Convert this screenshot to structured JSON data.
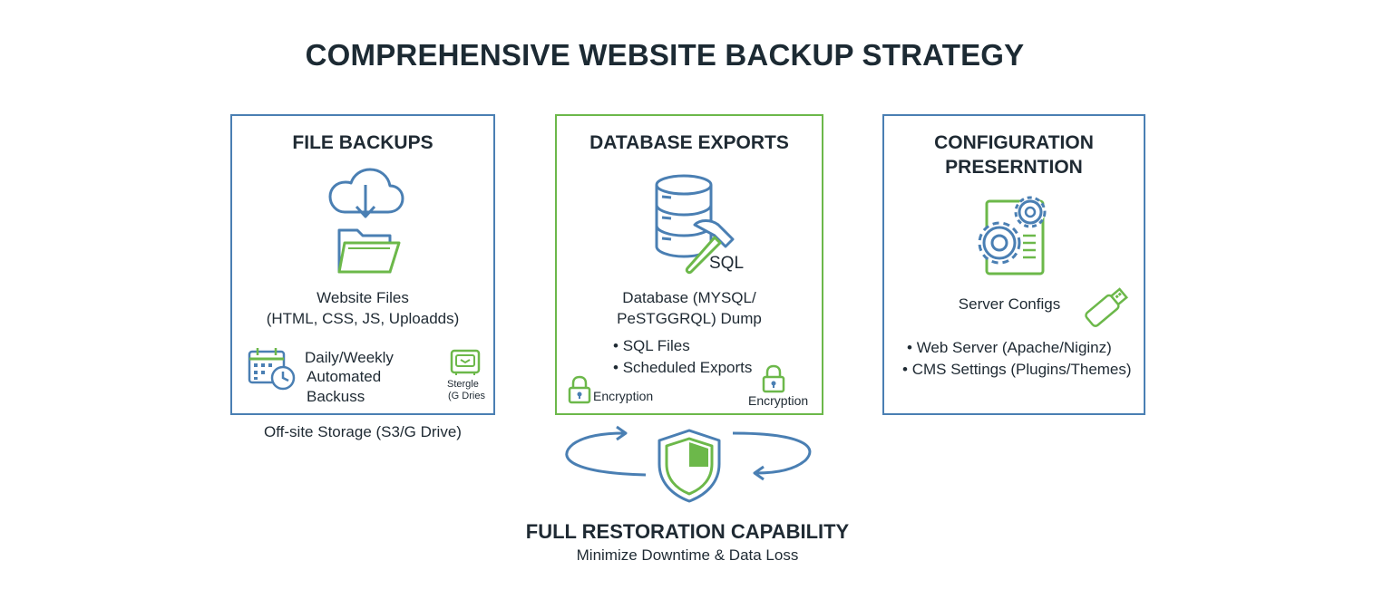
{
  "title": "COMPREHENSIVE WEBSITE BACKUP STRATEGY",
  "panels": {
    "files": {
      "title": "FILE BACKUPS",
      "desc_line1": "Website Files",
      "desc_line2": "(HTML, CSS, JS, Uploadds)",
      "schedule_line1": "Daily/Weekly",
      "schedule_line2": "Automated Backuss",
      "storage_line1": "Stergle",
      "storage_line2": "(G Dries"
    },
    "database": {
      "title": "DATABASE EXPORTS",
      "sql_label": "SQL",
      "desc_line1": "Database (MYSQL/",
      "desc_line2": "PeSTGGRQL) Dump",
      "bullets": [
        "SQL Files",
        "Scheduled Exports"
      ],
      "encryption_left": "Encryption",
      "encryption_right": "Encryption"
    },
    "config": {
      "title_line1": "CONFIGURATION",
      "title_line2": "PRESERNTION",
      "desc": "Server Configs",
      "bullets": [
        "Web Server (Apache/Niginz)",
        "CMS Settings (Plugins/Themes)"
      ]
    }
  },
  "offsite_storage": "Off-site Storage (S3/G Drive)",
  "restoration": {
    "title": "FULL RESTORATION CAPABILITY",
    "subtitle": "Minimize Downtime & Data Loss"
  },
  "colors": {
    "blue": "#4a7fb3",
    "green": "#6cb84a",
    "dark": "#1f2a33"
  },
  "icons": [
    "cloud-download-icon",
    "folder-icon",
    "calendar-clock-icon",
    "storage-drive-icon",
    "database-icon",
    "hammer-icon",
    "lock-icon",
    "gears-document-icon",
    "usb-drive-icon",
    "shield-icon",
    "cycle-arrows-icon"
  ]
}
